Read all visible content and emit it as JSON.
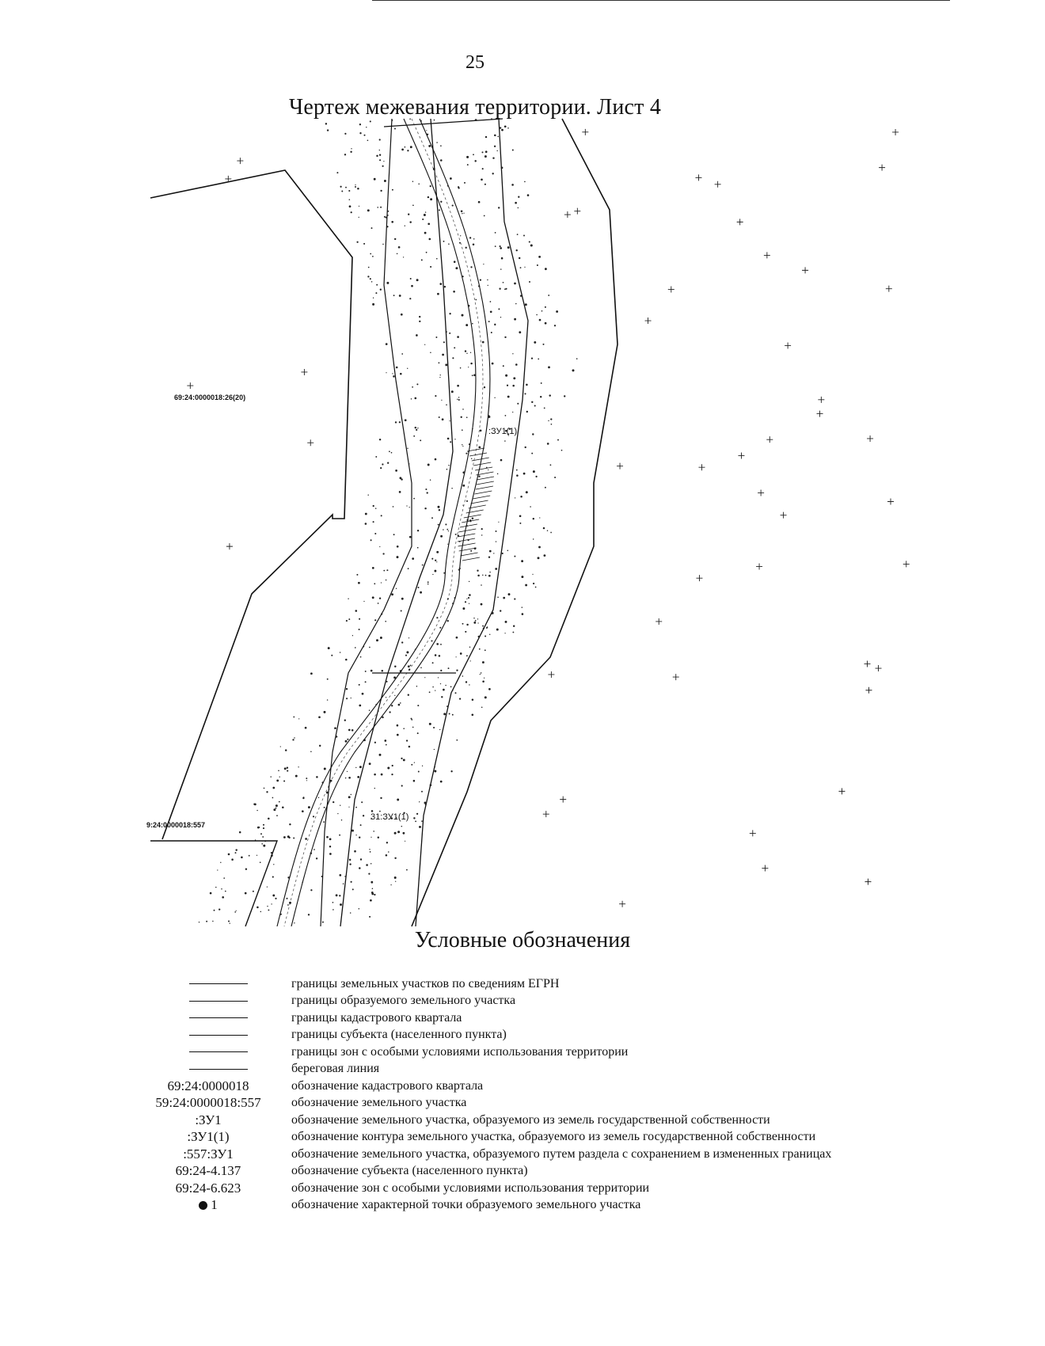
{
  "page": {
    "number": "25",
    "title": "Чертеж межевания территории. Лист 4"
  },
  "map": {
    "parcel_label_left": "69:24:0000018:26(20)",
    "parcel_label_bottom": "9:24:0000018:557",
    "zu_label_mid": ":ЗУ1(1)",
    "zu_label_bottom": "31:ЗУ1(1)"
  },
  "legend": {
    "title": "Условные обозначения",
    "line_items": [
      {
        "text": "границы земельных участков по сведениям ЕГРН"
      },
      {
        "text": "границы образуемого земельного участка"
      },
      {
        "text": "границы кадастрового квартала"
      },
      {
        "text": "границы субъекта (населенного пункта)"
      },
      {
        "text": "границы зон с особыми условиями использования территории"
      },
      {
        "text": "береговая линия"
      }
    ],
    "label_items": [
      {
        "symbol": "69:24:0000018",
        "text": "обозначение кадастрового квартала"
      },
      {
        "symbol": "59:24:0000018:557",
        "text": "обозначение земельного участка"
      },
      {
        "symbol": ":ЗУ1",
        "text": "обозначение земельного участка, образуемого из земель государственной собственности"
      },
      {
        "symbol": ":ЗУ1(1)",
        "text": "обозначение контура земельного участка, образуемого из земель государственной собственности"
      },
      {
        "symbol": ":557:ЗУ1",
        "text": "обозначение земельного участка, образуемого путем раздела с сохранением в измененных границах"
      },
      {
        "symbol": "69:24-4.137",
        "text": "обозначение субъекта (населенного пункта)"
      },
      {
        "symbol": "69:24-6.623",
        "text": "обозначение зон с особыми условиями использования территории"
      }
    ],
    "point_item": {
      "symbol": "1",
      "text": "обозначение характерной точки образуемого земельного участка"
    }
  }
}
